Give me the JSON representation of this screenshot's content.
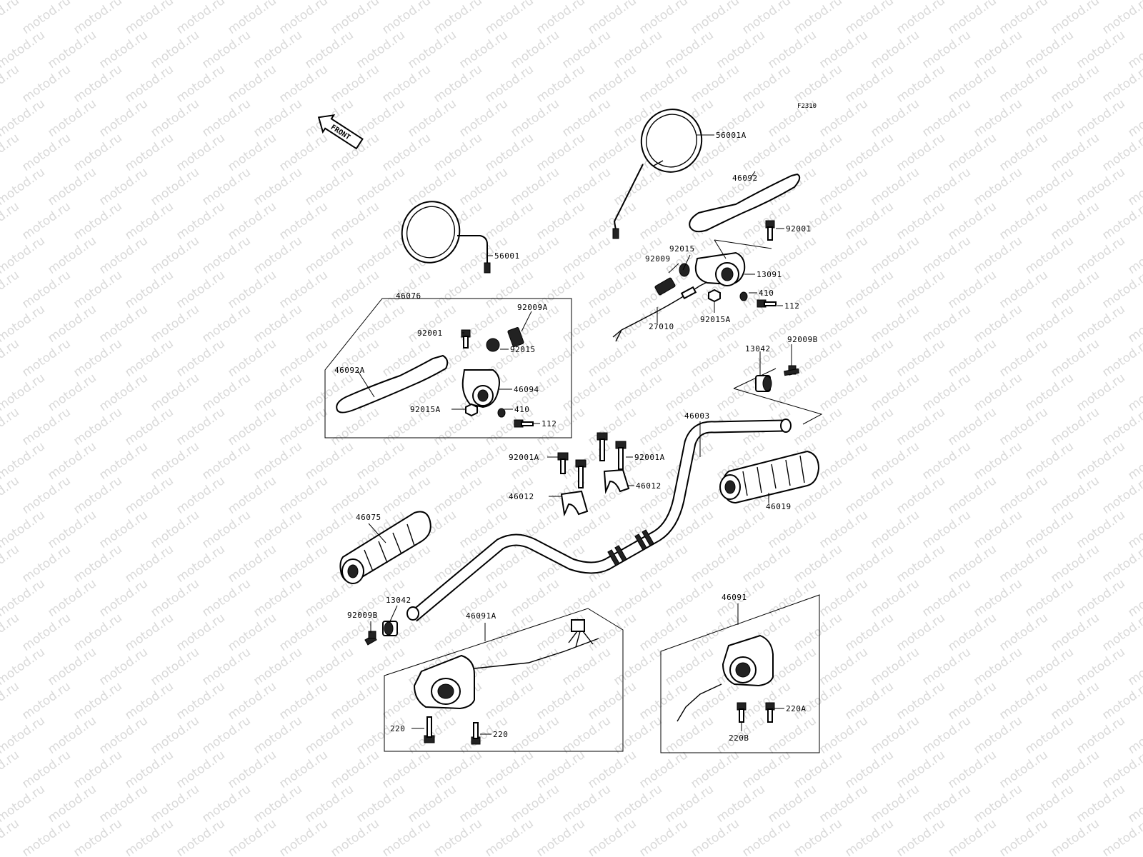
{
  "diagram": {
    "figure_code": "F2310",
    "front_label": "FRONT",
    "watermark": "motod.ru",
    "labels": {
      "p56001A": "56001A",
      "p56001": "56001",
      "p46092": "46092",
      "p92001_r": "92001",
      "p92015_r": "92015",
      "p92009_r": "92009",
      "p13091": "13091",
      "p410_r": "410",
      "p112_r": "112",
      "p27010": "27010",
      "p92015A_r": "92015A",
      "p46076": "46076",
      "p92009A": "92009A",
      "p92001_l": "92001",
      "p92015_l": "92015",
      "p46092A": "46092A",
      "p46094": "46094",
      "p92015A_l": "92015A",
      "p410_l": "410",
      "p112_l": "112",
      "p13042_r": "13042",
      "p92009B_r": "92009B",
      "p46003": "46003",
      "p92001A_l": "92001A",
      "p92001A_r": "92001A",
      "p46012_l": "46012",
      "p46012_r": "46012",
      "p46019": "46019",
      "p46075": "46075",
      "p13042_l": "13042",
      "p92009B_l": "92009B",
      "p46091A": "46091A",
      "p220_a": "220",
      "p220_b": "220",
      "p46091": "46091",
      "p220A": "220A",
      "p220B": "220B"
    }
  }
}
